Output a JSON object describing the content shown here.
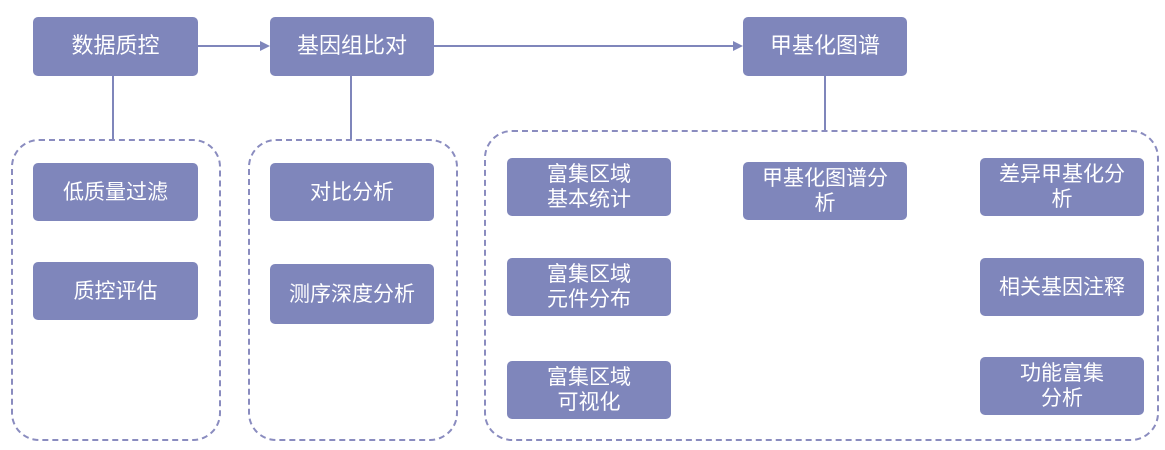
{
  "colors": {
    "box_fill": "#7f86bb",
    "box_text": "#ffffff",
    "connector": "#7f86bb",
    "group_border": "#8a8cbf"
  },
  "stages": {
    "qc": "数据质控",
    "alignment": "基因组比对",
    "methylation_map": "甲基化图谱"
  },
  "qc_group": {
    "items": [
      "低质量过滤",
      "质控评估"
    ]
  },
  "alignment_group": {
    "items": [
      "对比分析",
      "测序深度分析"
    ]
  },
  "methylation_group": {
    "col1": [
      "富集区域基本统计",
      "富集区域元件分布",
      "富集区域可视化"
    ],
    "col2": [
      "甲基化图谱分析"
    ],
    "col3": [
      "差异甲基化分析",
      "相关基因注释",
      "功能富集分析"
    ]
  }
}
